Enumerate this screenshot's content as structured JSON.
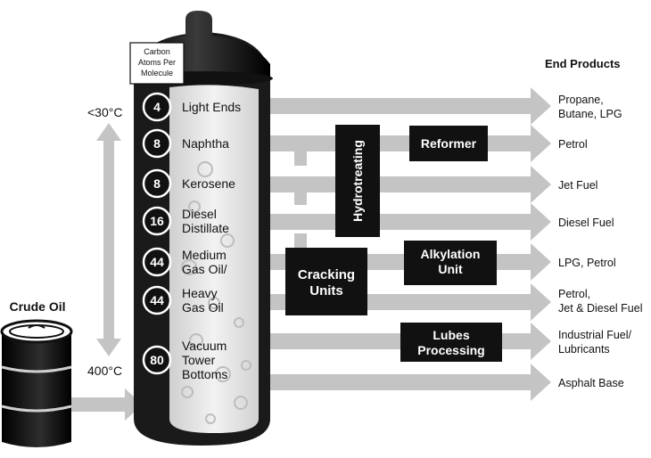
{
  "header": {
    "carbon_atoms_label": [
      "Carbon",
      "Atoms Per",
      "Molecule"
    ],
    "end_products_title": "End Products"
  },
  "temperatures": {
    "top": "<30°C",
    "bottom": "400°C"
  },
  "crude_oil_label": "Crude Oil",
  "fractions": [
    {
      "carbon": "4",
      "name": [
        "Light Ends"
      ]
    },
    {
      "carbon": "8",
      "name": [
        "Naphtha"
      ]
    },
    {
      "carbon": "8",
      "name": [
        "Kerosene"
      ]
    },
    {
      "carbon": "16",
      "name": [
        "Diesel",
        "Distillate"
      ]
    },
    {
      "carbon": "44",
      "name": [
        "Medium",
        "Gas Oil/"
      ]
    },
    {
      "carbon": "44",
      "name": [
        "Heavy",
        "Gas Oil"
      ]
    },
    {
      "carbon": "80",
      "name": [
        "Vacuum",
        "Tower",
        "Bottoms"
      ]
    }
  ],
  "processes": {
    "hydrotreating": "Hydrotreating",
    "reformer": "Reformer",
    "cracking_units": [
      "Cracking",
      "Units"
    ],
    "alkylation_unit": [
      "Alkylation",
      "Unit"
    ],
    "lubes_processing": [
      "Lubes",
      "Processing"
    ]
  },
  "end_products": [
    [
      "Propane,",
      "Butane, LPG"
    ],
    [
      "Petrol"
    ],
    [
      "Jet Fuel"
    ],
    [
      "Diesel Fuel"
    ],
    [
      "LPG, Petrol"
    ],
    [
      "Petrol,",
      "Jet & Diesel Fuel"
    ],
    [
      "Industrial Fuel/",
      "Lubricants"
    ],
    [
      "Asphalt Base"
    ]
  ],
  "colors": {
    "arrow": "#c4c4c4",
    "dark": "#1a1a1a",
    "box": "#111111",
    "column_inner": "#e6e6e6"
  }
}
